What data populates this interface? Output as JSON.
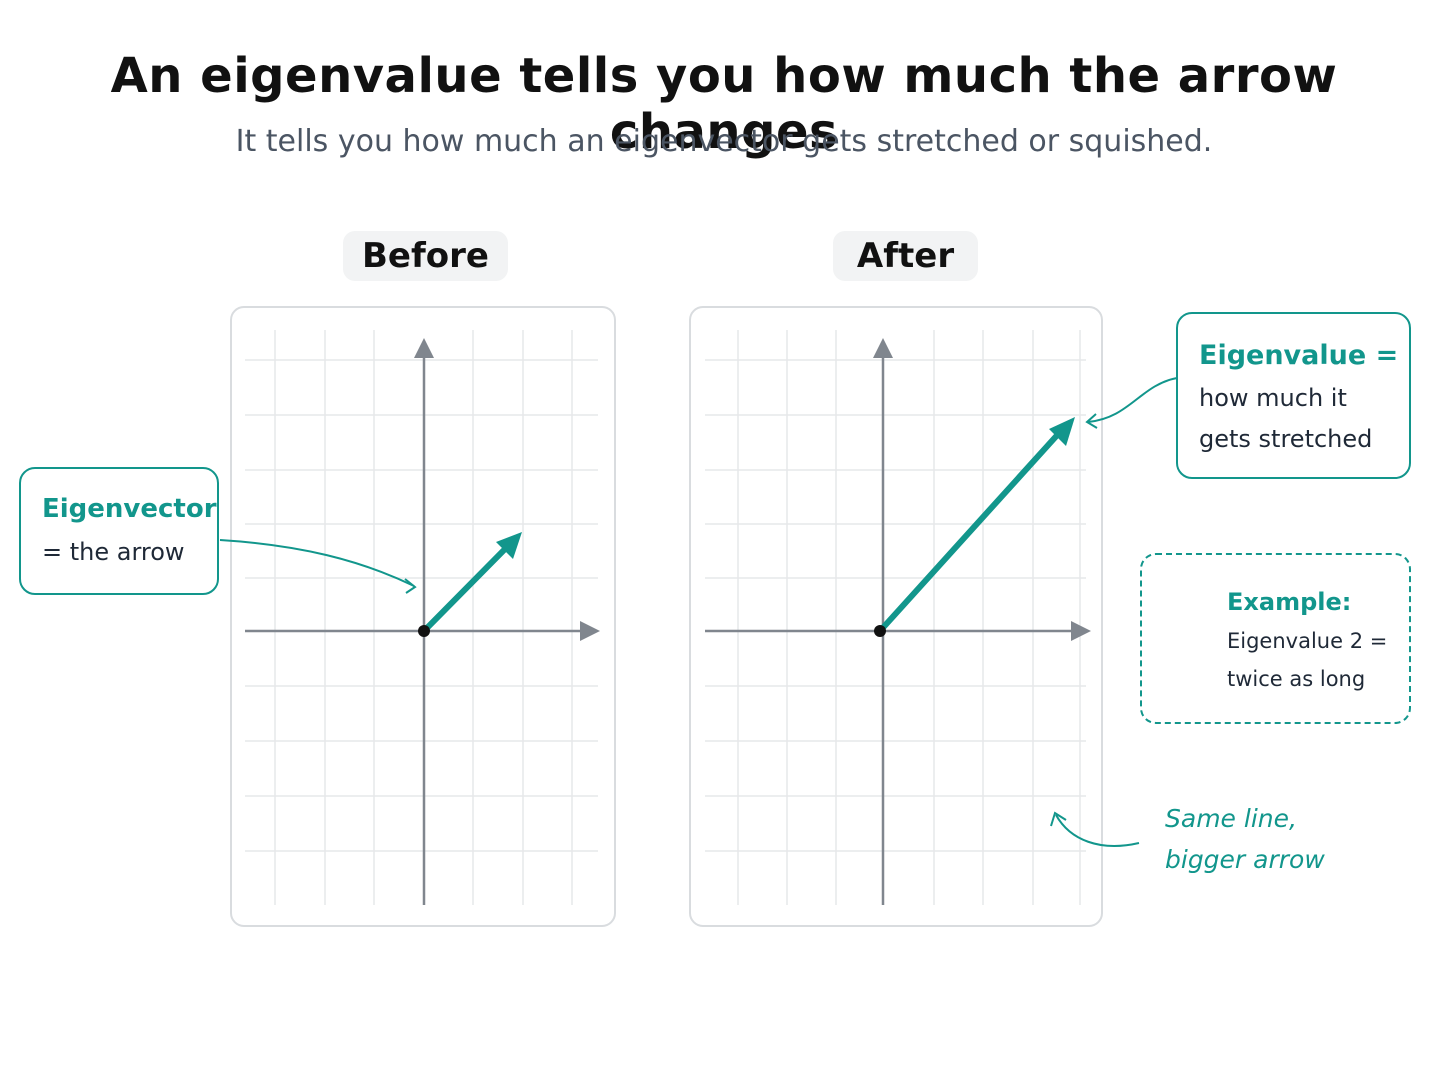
{
  "title": "An eigenvalue tells you how much the arrow changes",
  "subtitle": "It tells you how much an eigenvector gets stretched or squished.",
  "panels": {
    "before_label": "Before",
    "after_label": "After"
  },
  "callouts": {
    "eigenvector": {
      "heading": "Eigenvector",
      "text": "= the arrow"
    },
    "eigenvalue": {
      "heading": "Eigenvalue =",
      "line1": "how much it",
      "line2": "gets stretched"
    },
    "example": {
      "icon": "star-icon",
      "heading": "Example:",
      "line1": "Eigenvalue 2 =",
      "line2": "twice as long"
    },
    "note": {
      "line1": "Same line,",
      "line2": "bigger arrow"
    }
  },
  "colors": {
    "accent": "#12968c",
    "axis": "#80868e",
    "grid": "#e6e8ea",
    "text": "#111111"
  }
}
